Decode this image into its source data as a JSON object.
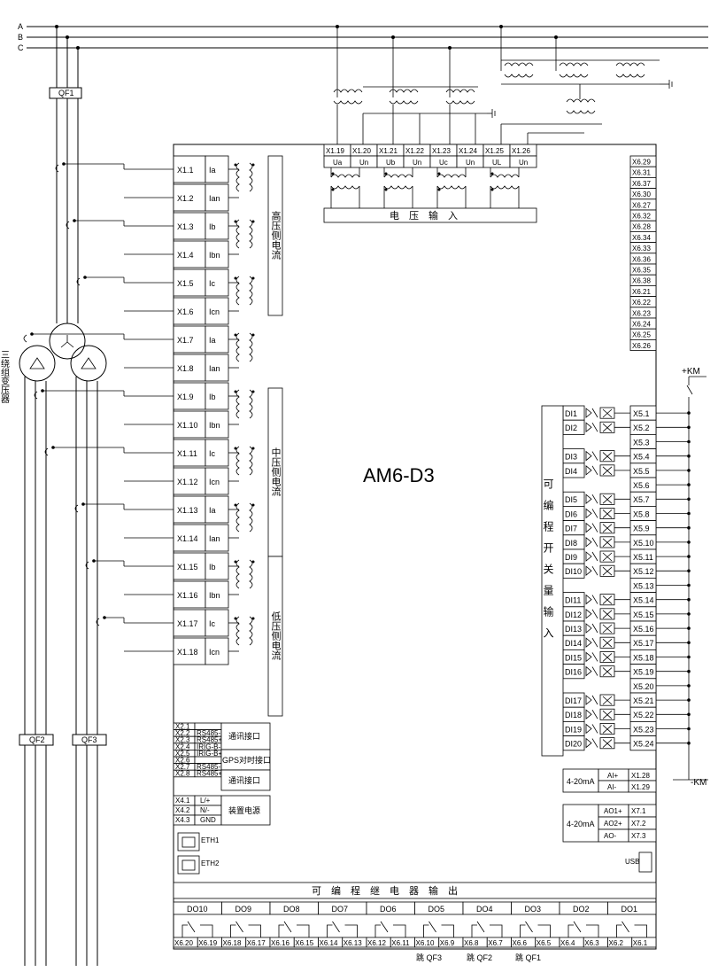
{
  "title": "AM6-D3",
  "bus_labels": [
    "A",
    "B",
    "C"
  ],
  "breakers": {
    "qf1": "QF1",
    "qf2": "QF2",
    "qf3": "QF3"
  },
  "transformer_label": "三绕组变压器",
  "current_inputs": [
    {
      "term": "X1.1",
      "sig": "Ia"
    },
    {
      "term": "X1.2",
      "sig": "Ian"
    },
    {
      "term": "X1.3",
      "sig": "Ib"
    },
    {
      "term": "X1.4",
      "sig": "Ibn"
    },
    {
      "term": "X1.5",
      "sig": "Ic"
    },
    {
      "term": "X1.6",
      "sig": "Icn"
    },
    {
      "term": "X1.7",
      "sig": "Ia"
    },
    {
      "term": "X1.8",
      "sig": "Ian"
    },
    {
      "term": "X1.9",
      "sig": "Ib"
    },
    {
      "term": "X1.10",
      "sig": "Ibn"
    },
    {
      "term": "X1.11",
      "sig": "Ic"
    },
    {
      "term": "X1.12",
      "sig": "Icn"
    },
    {
      "term": "X1.13",
      "sig": "Ia"
    },
    {
      "term": "X1.14",
      "sig": "Ian"
    },
    {
      "term": "X1.15",
      "sig": "Ib"
    },
    {
      "term": "X1.16",
      "sig": "Ibn"
    },
    {
      "term": "X1.17",
      "sig": "Ic"
    },
    {
      "term": "X1.18",
      "sig": "Icn"
    }
  ],
  "current_groups": [
    "高压侧电流",
    "中压侧电流",
    "低压侧电流"
  ],
  "voltage_terms": [
    "X1.19",
    "X1.20",
    "X1.21",
    "X1.22",
    "X1.23",
    "X1.24",
    "X1.25",
    "X1.26"
  ],
  "voltage_sigs": [
    "Ua",
    "Un",
    "Ub",
    "Un",
    "Uc",
    "Un",
    "UL",
    "Un"
  ],
  "voltage_label": "电　压　输　入",
  "x6_terms": [
    "X6.29",
    "X6.31",
    "X6.37",
    "X6.30",
    "X6.27",
    "X6.32",
    "X6.28",
    "X6.34",
    "X6.33",
    "X6.36",
    "X6.35",
    "X6.38",
    "X6.21",
    "X6.22",
    "X6.23",
    "X6.24",
    "X6.25",
    "X6.26"
  ],
  "di_labels": [
    "DI1",
    "DI2",
    "DI3",
    "DI4",
    "DI5",
    "DI6",
    "DI7",
    "DI8",
    "DI9",
    "DI10",
    "DI11",
    "DI12",
    "DI13",
    "DI14",
    "DI15",
    "DI16",
    "DI17",
    "DI18",
    "DI19",
    "DI20"
  ],
  "x5_terms": [
    "X5.1",
    "X5.2",
    "X5.3",
    "X5.4",
    "X5.5",
    "X5.6",
    "X5.7",
    "X5.8",
    "X5.9",
    "X5.10",
    "X5.11",
    "X5.12",
    "X5.13",
    "X5.14",
    "X5.15",
    "X5.16",
    "X5.17",
    "X5.18",
    "X5.19",
    "X5.20",
    "X5.21",
    "X5.22",
    "X5.23",
    "X5.24"
  ],
  "di_group_label": "可编程开关量输入",
  "km_plus": "+KM",
  "km_minus": "-KM",
  "comm_rows": [
    {
      "term": "X2.1",
      "sig": ""
    },
    {
      "term": "X2.2",
      "sig": "RS485-"
    },
    {
      "term": "X2.3",
      "sig": "RS485+"
    },
    {
      "term": "X2.4",
      "sig": "IRIG-B-"
    },
    {
      "term": "X2.5",
      "sig": "IRIG-B+"
    },
    {
      "term": "X2.6",
      "sig": ""
    },
    {
      "term": "X2.7",
      "sig": "RS485-"
    },
    {
      "term": "X2.8",
      "sig": "RS485+"
    }
  ],
  "comm_labels": {
    "comm1": "通讯接口",
    "gps": "GPS对时接口",
    "comm2": "通讯接口"
  },
  "power_rows": [
    {
      "term": "X4.1",
      "sig": "L/+"
    },
    {
      "term": "X4.2",
      "sig": "N/-"
    },
    {
      "term": "X4.3",
      "sig": "GND"
    }
  ],
  "power_label": "装置电源",
  "eth": [
    "ETH1",
    "ETH2"
  ],
  "ai_block": {
    "label": "4-20mA",
    "rows": [
      {
        "sig": "AI+",
        "term": "X1.28"
      },
      {
        "sig": "AI-",
        "term": "X1.29"
      }
    ]
  },
  "ao_block": {
    "label": "4-20mA",
    "rows": [
      {
        "sig": "AO1+",
        "term": "X7.1"
      },
      {
        "sig": "AO2+",
        "term": "X7.2"
      },
      {
        "sig": "AO-",
        "term": "X7.3"
      }
    ]
  },
  "usb": "USB",
  "relay_out_label": "可　编　程　继　电　器　输　出",
  "do_labels": [
    "DO10",
    "DO9",
    "DO8",
    "DO7",
    "DO6",
    "DO5",
    "DO4",
    "DO3",
    "DO2",
    "DO1"
  ],
  "do_terms": [
    "X6.20",
    "X6.19",
    "X6.18",
    "X6.17",
    "X6.16",
    "X6.15",
    "X6.14",
    "X6.13",
    "X6.12",
    "X6.11",
    "X6.10",
    "X6.9",
    "X6.8",
    "X6.7",
    "X6.6",
    "X6.5",
    "X6.4",
    "X6.3",
    "X6.2",
    "X6.1"
  ],
  "trip_labels": [
    "跳 QF3",
    "跳 QF2",
    "跳 QF1"
  ]
}
